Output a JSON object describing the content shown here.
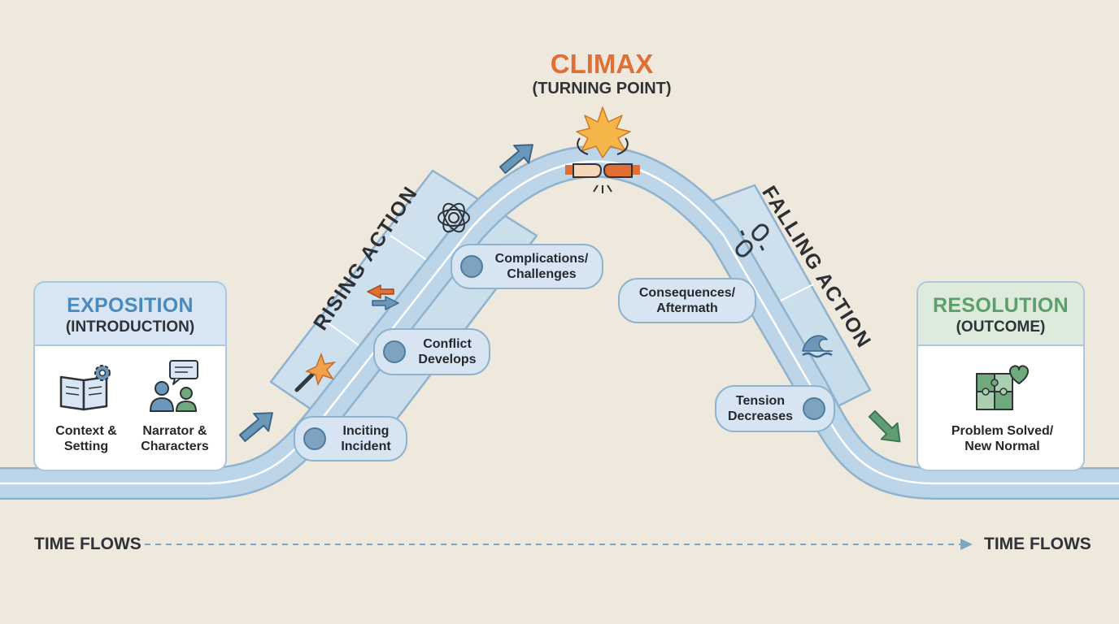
{
  "exposition": {
    "title": "EXPOSITION",
    "subtitle": "(INTRODUCTION)",
    "items": [
      {
        "label": "Context &\nSetting",
        "icon": "book-gear-icon"
      },
      {
        "label": "Narrator &\nCharacters",
        "icon": "people-speech-icon"
      }
    ]
  },
  "rising_action": {
    "label": "RISING ACTION",
    "steps": [
      "Inciting\nIncident",
      "Conflict\nDevelops",
      "Complications/\nChallenges"
    ],
    "icons": [
      "magic-wand-icon",
      "swap-arrows-icon",
      "tangled-knot-icon"
    ]
  },
  "climax": {
    "title": "CLIMAX",
    "subtitle": "(TURNING POINT)",
    "icon": "fist-bump-starburst-icon"
  },
  "falling_action": {
    "label": "FALLING ACTION",
    "steps": [
      "Consequences/\nAftermath",
      "Tension\nDecreases"
    ],
    "icons": [
      "broken-chain-icon",
      "wave-icon"
    ]
  },
  "resolution": {
    "title": "RESOLUTION",
    "subtitle": "(OUTCOME)",
    "label": "Problem Solved/\nNew Normal",
    "icon": "puzzle-heart-icon"
  },
  "time_axis": {
    "left_label": "TIME FLOWS",
    "right_label": "TIME FLOWS"
  },
  "colors": {
    "background": "#efe9dd",
    "road": "#b9d3e6",
    "blue_accent": "#4a8bbd",
    "climax": "#e06e35",
    "resolution": "#5c9f6a"
  }
}
